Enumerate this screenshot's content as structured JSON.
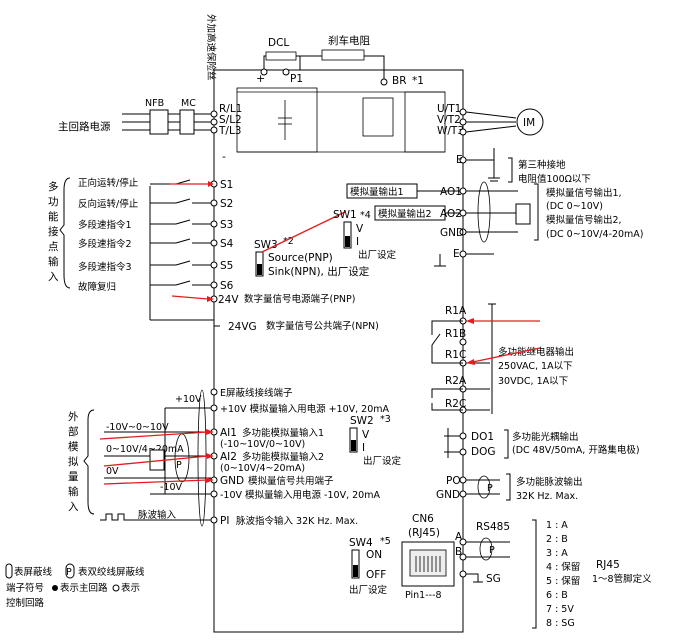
{
  "top": {
    "resistor_title": "外加高速保险丝",
    "dcl": "DCL",
    "brake_resistor": "刹车电阻",
    "p1": "P1",
    "plus": "+",
    "minus": "-",
    "br": "BR",
    "note1": "*1"
  },
  "power": {
    "nfb": "NFB",
    "mc": "MC",
    "main_supply": "主回路电源",
    "rl1": "R/L1",
    "sl2": "S/L2",
    "tl3": "T/L3",
    "ut1": "U/T1",
    "vt2": "V/T2",
    "wt3": "W/T3",
    "motor": "IM"
  },
  "digital_inputs": {
    "group_label": [
      "多",
      "功",
      "能",
      "接",
      "点",
      "输",
      "入"
    ],
    "items": [
      {
        "label": "正向运转/停止",
        "terminal": "S1"
      },
      {
        "label": "反向运转/停止",
        "terminal": "S2"
      },
      {
        "label": "多段速指令1",
        "terminal": "S3"
      },
      {
        "label": "多段速指令2",
        "terminal": "S4"
      },
      {
        "label": "多段速指令3",
        "terminal": "S5"
      },
      {
        "label": "故障复归",
        "terminal": "S6"
      }
    ],
    "t24v": "24V",
    "t24v_desc": "数字量信号电源端子(PNP)",
    "t24vg": "24VG",
    "t24vg_desc": "数字量信号公共端子(NPN)"
  },
  "switches": {
    "sw1": "SW1",
    "sw1_note": "*4",
    "sw1_v": "V",
    "sw1_i": "I",
    "sw1_default": "出厂设定",
    "sw3": "SW3",
    "sw3_note": "*2",
    "sw3_source": "Source(PNP)",
    "sw3_sink": "Sink(NPN), 出厂设定",
    "sw2": "SW2",
    "sw2_note": "*3",
    "sw2_v": "V",
    "sw2_i": "I",
    "sw2_default": "出厂设定",
    "sw4": "SW4",
    "sw4_note": "*5",
    "sw4_on": "ON",
    "sw4_off": "OFF",
    "sw4_default": "出厂设定"
  },
  "right_side": {
    "e": "E",
    "ground_note1": "第三种接地",
    "ground_note2": "电阻值100Ω以下",
    "ao1": "AO1",
    "ao2": "AO2",
    "gnd": "GND",
    "e2": "E",
    "ao1_box": "模拟量输出1",
    "ao2_box": "模拟量输出2",
    "ao_desc1": "模拟量信号输出1,",
    "ao_desc2": "(DC 0~10V)",
    "ao_desc3": "模拟量信号输出2,",
    "ao_desc4": "(DC 0~10V/4-20mA)",
    "r1a": "R1A",
    "r1b": "R1B",
    "r1c": "R1C",
    "r2a": "R2A",
    "r2c": "R2C",
    "relay_desc1": "多功能继电器输出",
    "relay_desc2": "250VAC, 1A以下",
    "relay_desc3": "30VDC, 1A以下",
    "do1": "DO1",
    "dog": "DOG",
    "do_desc1": "多功能光耦输出",
    "do_desc2": "(DC 48V/50mA, 开路集电极)",
    "po": "PO",
    "gnd2": "GND",
    "po_desc1": "多功能脉波输出",
    "po_desc2": "32K Hz. Max.",
    "cn6": "CN6",
    "rj45": "(RJ45)",
    "pin": "Pin1---8",
    "rs485": "RS485",
    "a": "A",
    "bb": "B",
    "sg": "SG",
    "pins": [
      "1 : A",
      "2 : B",
      "3 : A",
      "4 : 保留",
      "5 : 保留",
      "6 : B",
      "7 : 5V",
      "8 : SG"
    ],
    "rj45_title": "RJ45",
    "rj45_desc": "1～8管脚定义"
  },
  "analog": {
    "group_label": [
      "外",
      "部",
      "模",
      "拟",
      "量",
      "输",
      "入"
    ],
    "e_shield": "E屏蔽线接线端子",
    "p10v": "+10V",
    "p10v_desc": "+10V 模拟量输入用电源 +10V, 20mA",
    "in1": "-10V~0~10V",
    "ai1": "AI1",
    "ai1_desc1": "多功能模拟量输入1",
    "ai1_desc2": "(-10~10V/0~10V)",
    "in2": "0~10V/4~20mA",
    "ai2": "AI2",
    "ai2_desc1": "多功能模拟量输入2",
    "ai2_desc2": "(0~10V/4~20mA)",
    "in3": "0V",
    "gnd": "GND",
    "gnd_desc": "模拟量信号共用端子",
    "n10v": "-10V",
    "n10v_desc": "-10V 模拟量输入用电源 -10V, 20mA",
    "pulse": "脉波输入",
    "pi": "PI",
    "pi_desc": "脉波指令输入 32K Hz. Max.",
    "p_mark": "P"
  },
  "legend": {
    "line1": "表屏蔽线",
    "line1b": "表双绞线屏蔽线",
    "line2": "端子符号",
    "line2b": "表示主回路",
    "line2c": "表示",
    "line3": "控制回路",
    "p_mark": "P"
  }
}
